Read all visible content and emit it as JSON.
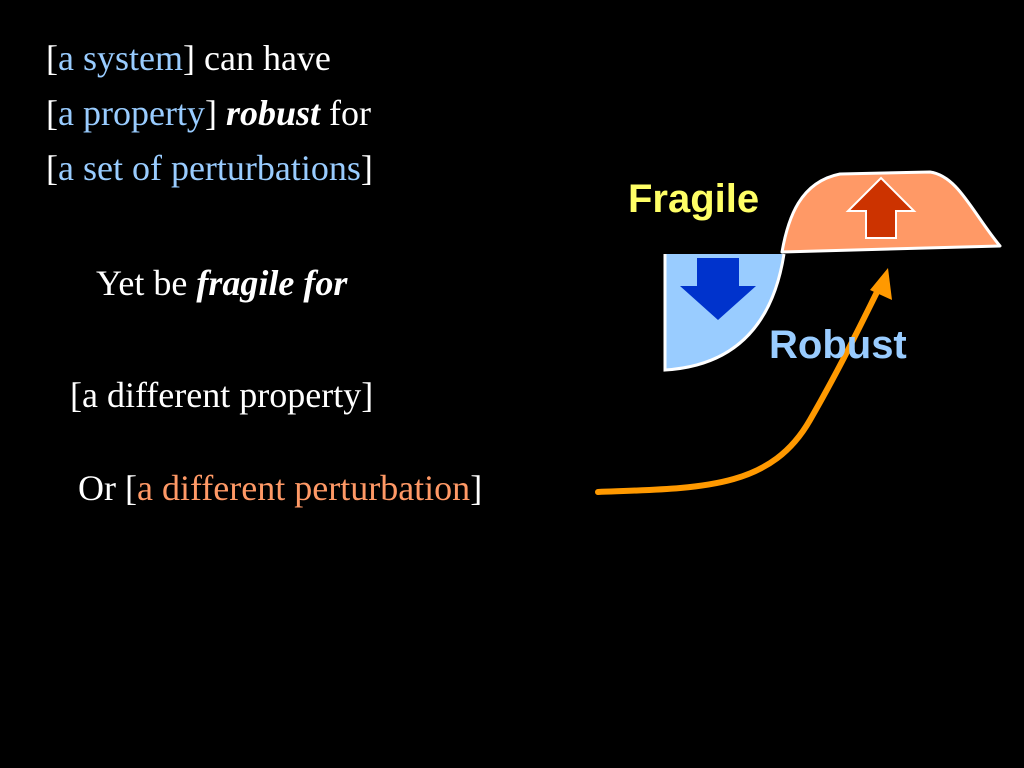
{
  "text": {
    "line1": {
      "open": "[",
      "highlight": "a system",
      "close": "]",
      "rest": " can have"
    },
    "line2": {
      "open": "[",
      "highlight": "a property",
      "close": "]",
      "emph": "robust",
      "rest": " for"
    },
    "line3": {
      "open": "[",
      "highlight": "a set of perturbations",
      "close": "]"
    },
    "line4": {
      "lead": "Yet be ",
      "emph": "fragile for"
    },
    "line5": {
      "text": "[a different property]"
    },
    "line6": {
      "lead": "Or [",
      "highlight": "a different perturbation",
      "close": "]"
    }
  },
  "diagram": {
    "fragile_label": "Fragile",
    "robust_label": "Robust"
  },
  "colors": {
    "background": "#000000",
    "text": "#ffffff",
    "highlight_blue": "#99ccff",
    "highlight_salmon": "#ff9966",
    "fragile_label": "#ffff66",
    "robust_label": "#99ccff",
    "hump_fill": "#ff9966",
    "up_arrow": "#cc3300",
    "basin_fill": "#99ccff",
    "down_arrow": "#0033cc",
    "curve_arrow": "#ff9900"
  },
  "icons": {
    "up": "up-arrow-icon",
    "down": "down-arrow-icon",
    "pointer": "curved-arrow-icon"
  }
}
